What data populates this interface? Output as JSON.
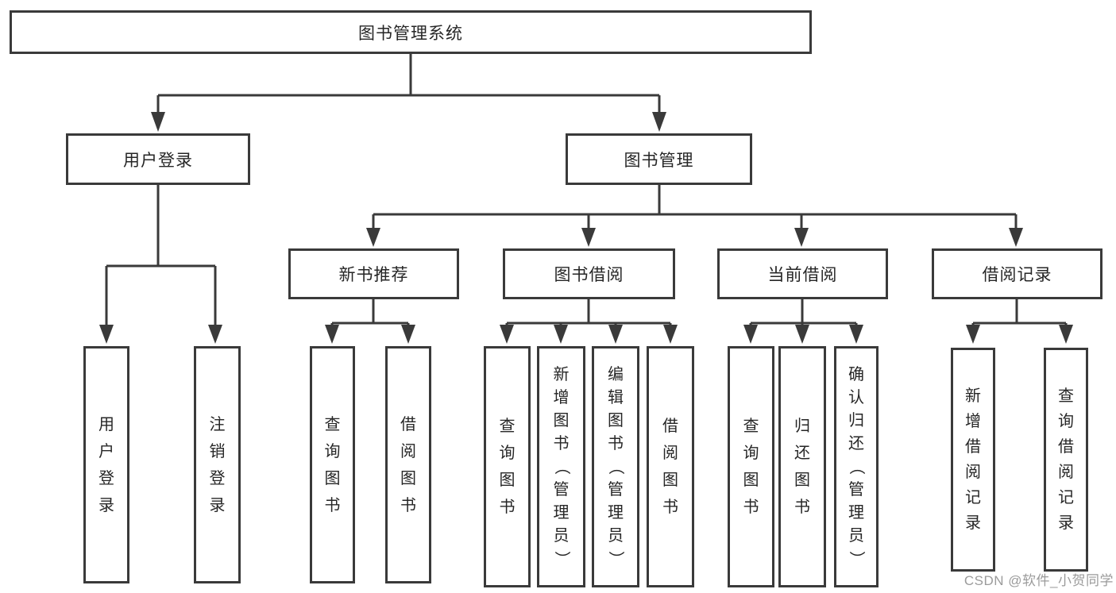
{
  "nodes": {
    "root": "图书管理系统",
    "level1": [
      "用户登录",
      "图书管理"
    ],
    "level2": [
      "新书推荐",
      "图书借阅",
      "当前借阅",
      "借阅记录"
    ],
    "leaves": [
      "用户登录",
      "注销登录",
      "查询图书",
      "借阅图书",
      "查询图书",
      "新增图书（管理员）",
      "编辑图书（管理员）",
      "借阅图书",
      "查询图书",
      "归还图书",
      "确认归还（管理员）",
      "新增借阅记录",
      "查询借阅记录"
    ]
  },
  "watermark": "CSDN @软件_小贺同学",
  "colors": {
    "line": "#3a3a3a",
    "text": "#262626",
    "background": "#ffffff",
    "watermark": "#9b9b9b"
  }
}
